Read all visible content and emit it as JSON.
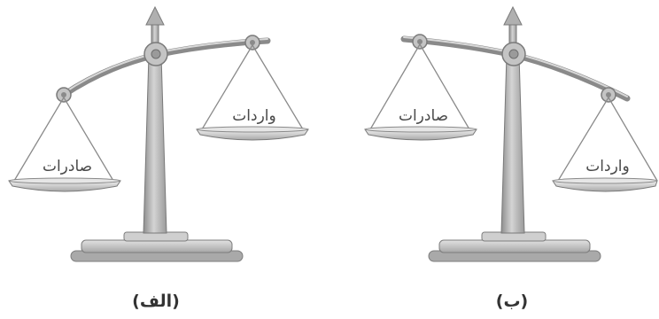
{
  "scale_a": {
    "caption": "(الف)",
    "left_pan_label": "صادرات",
    "right_pan_label": "واردات"
  },
  "scale_b": {
    "caption": "(ب)",
    "left_pan_label": "صادرات",
    "right_pan_label": "واردات"
  }
}
